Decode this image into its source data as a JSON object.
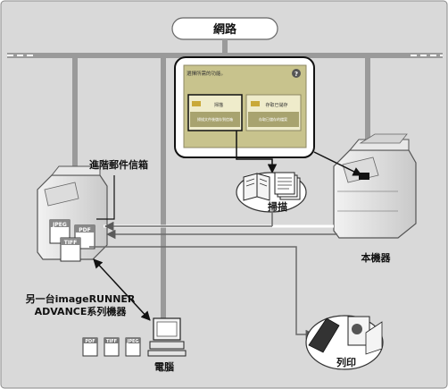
{
  "network_label": "網路",
  "advanced_box_label": "進階郵件信箱",
  "scan_label": "掃描",
  "machine_label": "本機器",
  "other_device_line1": "另一台imageRUNNER",
  "other_device_line2": "ADVANCE系列機器",
  "computer_label": "電腦",
  "print_label": "列印",
  "file_formats": [
    "PDF",
    "TIFF",
    "JPEG"
  ],
  "screen": {
    "title": "選擇所需的功能。",
    "help_glyph": "?",
    "button_1_title": "掃描",
    "button_1_desc": "掃描文件後儲存到信箱",
    "button_2_title": "存取已儲存",
    "button_2_desc": "存取已儲存的檔案"
  },
  "colors": {
    "frame_bg": "#d8d8d8",
    "network_bar": "#9a9a9a",
    "screen_bg": "#c8c38d",
    "arrow": "#6a6a6a"
  }
}
